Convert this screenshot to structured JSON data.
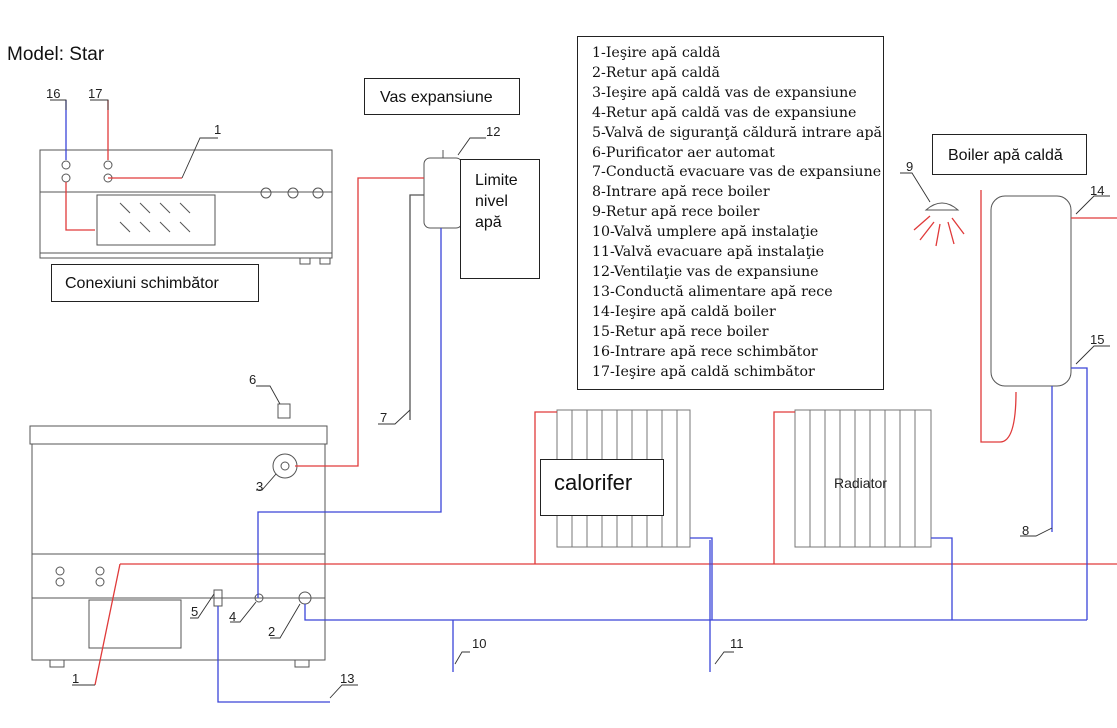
{
  "model_label": "Model: Star",
  "legend": [
    "1-Ieşire apă caldă",
    "2-Retur apă caldă",
    "3-Ieşire apă caldă vas de expansiune",
    "4-Retur apă caldă vas de expansiune",
    "5-Valvă de siguranţă căldură intrare apă",
    "6-Purificator aer automat",
    "7-Conductă evacuare vas de expansiune",
    "8-Intrare apă rece boiler",
    "9-Retur apă rece boiler",
    "10-Valvă umplere apă instalaţie",
    "11-Valvă evacuare apă instalaţie",
    "12-Ventilaţie vas de expansiune",
    "13-Conductă alimentare apă rece",
    "14-Ieşire apă caldă boiler",
    "15-Retur apă rece boiler",
    "16-Intrare apă rece schimbător",
    "17-Ieşire apă caldă schimbător"
  ],
  "labels": {
    "conexiuni": "Conexiuni schimbător",
    "vas_expansiune": "Vas expansiune",
    "limite": [
      "Limite",
      "nivel",
      "apă"
    ],
    "calorifer": "calorifer",
    "radiator": "Radiator",
    "boiler": "Boiler apă caldă"
  },
  "callouts": [
    "16",
    "17",
    "1",
    "12",
    "6",
    "7",
    "3",
    "9",
    "14",
    "15",
    "8",
    "5",
    "4",
    "2",
    "1",
    "10",
    "11",
    "13"
  ],
  "colors": {
    "hot_pipe": "#e03a3a",
    "cold_pipe": "#3a45d8",
    "outline": "#555555"
  }
}
